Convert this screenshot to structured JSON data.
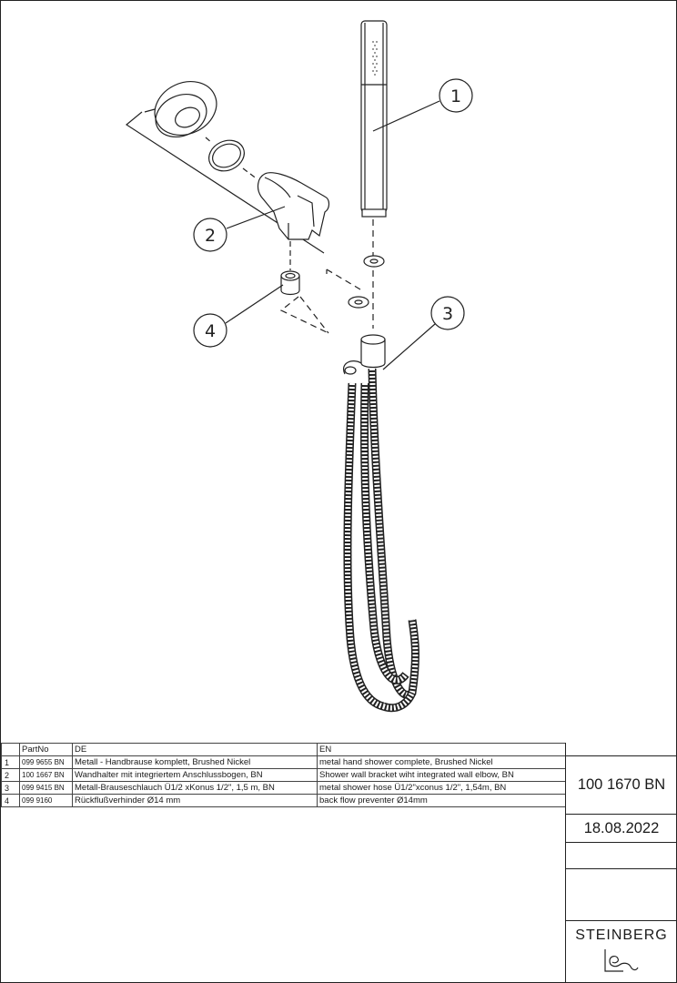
{
  "callouts": [
    "1",
    "2",
    "3",
    "4"
  ],
  "parts_table": {
    "headers": [
      "",
      "PartNo",
      "DE",
      "EN"
    ],
    "rows": [
      {
        "index": "1",
        "part_no": "099 9655 BN",
        "de": "Metall - Handbrause komplett, Brushed Nickel",
        "en": "metal hand shower complete, Brushed Nickel"
      },
      {
        "index": "2",
        "part_no": "100 1667 BN",
        "de": "Wandhalter mit integriertem Anschlussbogen, BN",
        "en": "Shower wall bracket wiht integrated wall elbow, BN"
      },
      {
        "index": "3",
        "part_no": "099 9415 BN",
        "de": "Metall-Brauseschlauch Ü1/2 xKonus 1/2\", 1,5 m, BN",
        "en": "metal shower hose Ü1/2\"xconus 1/2\", 1,54m, BN"
      },
      {
        "index": "4",
        "part_no": "099 9160",
        "de": "Rückflußverhinder Ø14 mm",
        "en": "back flow preventer Ø14mm"
      }
    ]
  },
  "title_block": {
    "article_no": "100 1670 BN",
    "date": "18.08.2022",
    "brand": "STEINBERG"
  }
}
